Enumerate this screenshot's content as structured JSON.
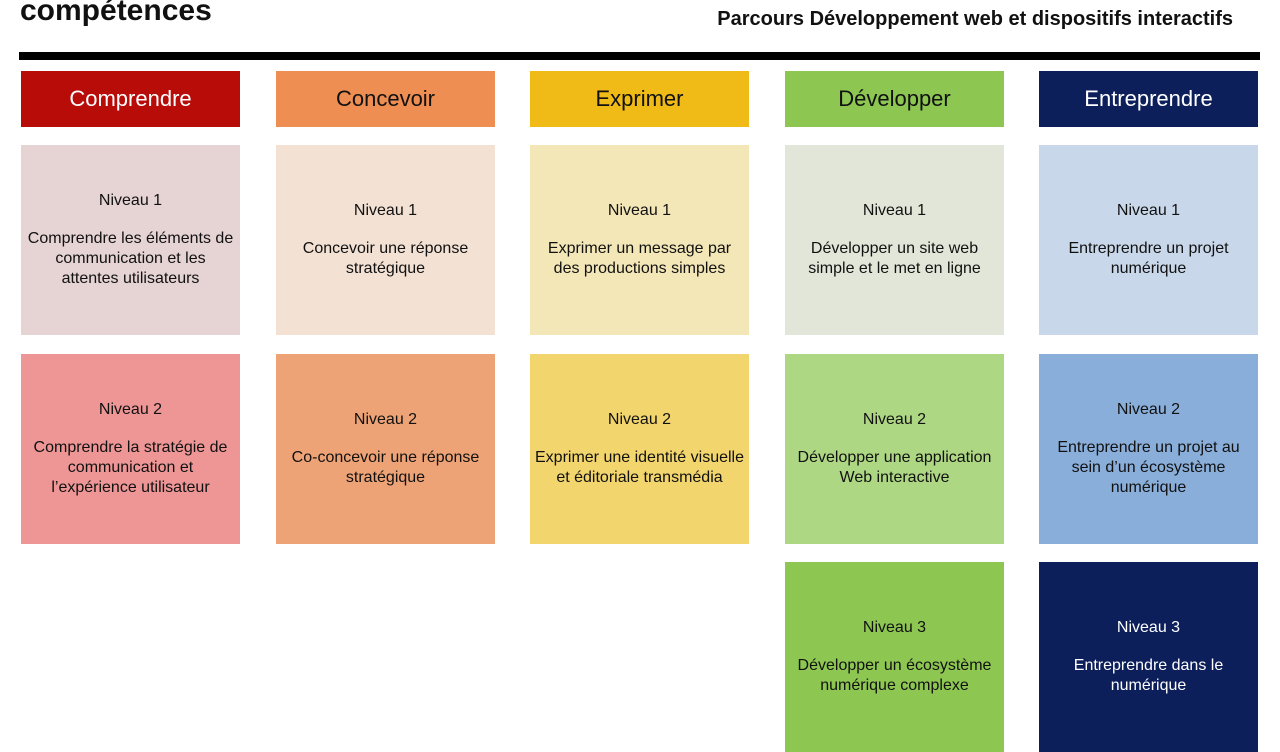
{
  "title": "compétences",
  "subtitle": "Parcours Développement web et dispositifs interactifs",
  "columns": [
    {
      "name": "Comprendre",
      "color": "#B80C09",
      "levels": [
        {
          "label": "Niveau 1",
          "text": "Comprendre les éléments de communication et les attentes utilisateurs",
          "color": "#E6D3D4"
        },
        {
          "label": "Niveau 2",
          "text": "Comprendre la stratégie de communication et l’expérience utilisateur",
          "color": "#EE9696"
        }
      ]
    },
    {
      "name": "Concevoir",
      "color": "#EE8E52",
      "levels": [
        {
          "label": "Niveau 1",
          "text": "Concevoir une réponse stratégique",
          "color": "#F3E1D3"
        },
        {
          "label": "Niveau 2",
          "text": "Co-concevoir une réponse stratégique",
          "color": "#EDA375"
        }
      ]
    },
    {
      "name": "Exprimer",
      "color": "#F0BA17",
      "levels": [
        {
          "label": "Niveau 1",
          "text": "Exprimer un message par des productions simples",
          "color": "#F3E6B7"
        },
        {
          "label": "Niveau 2",
          "text": "Exprimer une identité visuelle et éditoriale transmédia",
          "color": "#F2D56D"
        }
      ]
    },
    {
      "name": "Développer",
      "color": "#8DC752",
      "levels": [
        {
          "label": "Niveau 1",
          "text": "Développer un site web simple et le met en ligne",
          "color": "#E2E6D8"
        },
        {
          "label": "Niveau 2",
          "text": "Développer une application Web interactive",
          "color": "#AED784"
        },
        {
          "label": "Niveau 3",
          "text": "Développer un écosystème numérique complexe",
          "color": "#8DC752"
        }
      ]
    },
    {
      "name": "Entreprendre",
      "color": "#0C1F5B",
      "levels": [
        {
          "label": "Niveau 1",
          "text": "Entreprendre un projet numérique",
          "color": "#C9D7EA"
        },
        {
          "label": "Niveau 2",
          "text": "Entreprendre un projet au sein d’un écosystème numérique",
          "color": "#8AAEDA"
        },
        {
          "label": "Niveau 3",
          "text": "Entreprendre dans le numérique",
          "color": "#0C1F5B"
        }
      ]
    }
  ]
}
